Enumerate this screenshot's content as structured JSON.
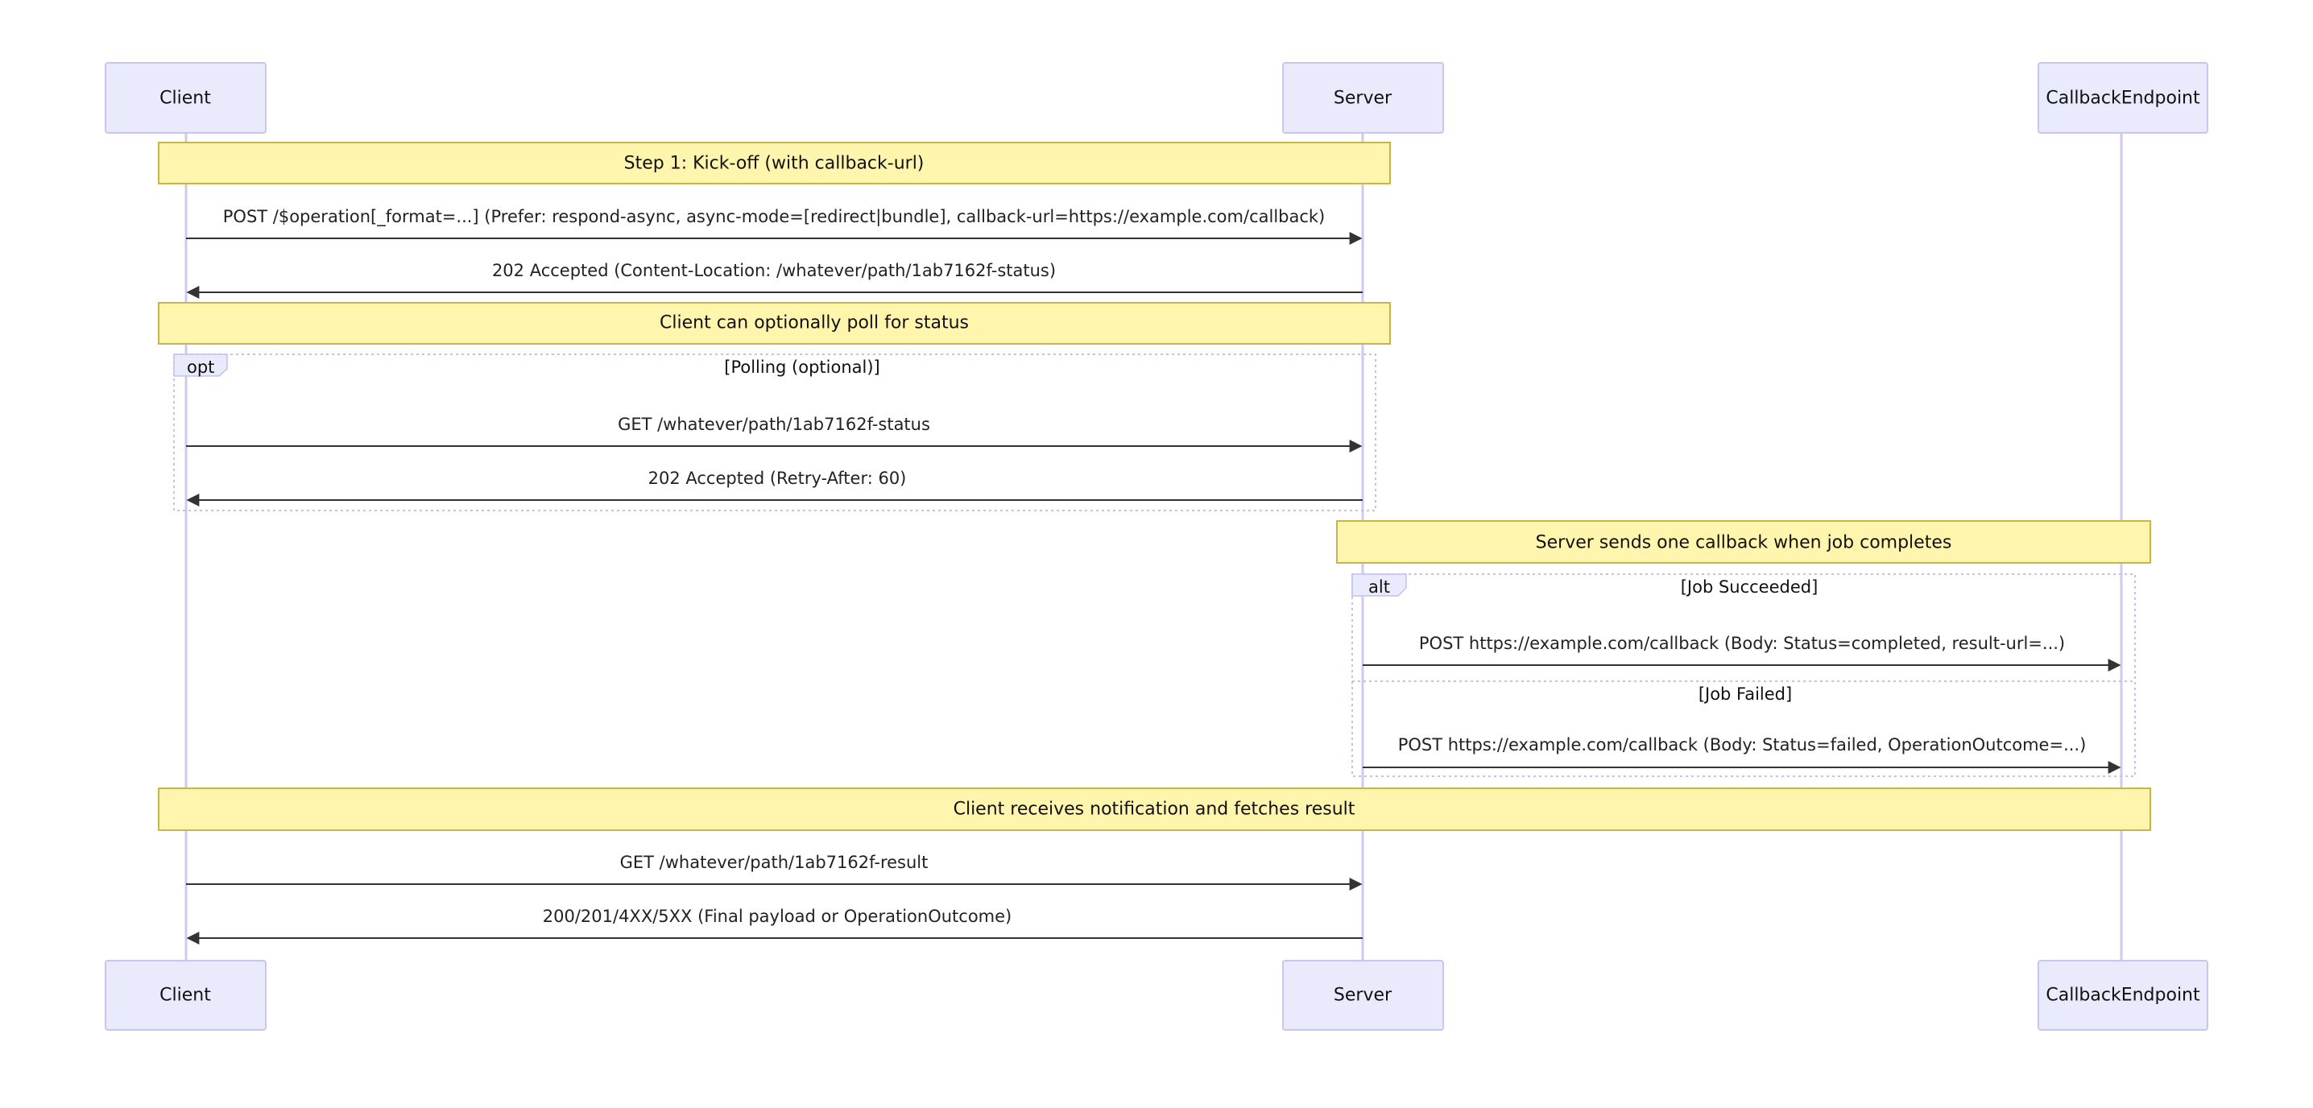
{
  "participants": {
    "client": "Client",
    "server": "Server",
    "callback": "CallbackEndpoint"
  },
  "notes": {
    "kickoff": "Step 1: Kick-off (with callback-url)",
    "poll": "Client can optionally poll for status",
    "callback": "Server sends one callback when job completes",
    "receive": "Client receives notification and fetches result"
  },
  "messages": {
    "kickoff_request": "POST /$operation[_format=...] (Prefer: respond-async, async-mode=[redirect|bundle], callback-url=https://example.com/callback)",
    "kickoff_response": "202 Accepted (Content-Location: /whatever/path/1ab7162f-status)",
    "poll_request": "GET /whatever/path/1ab7162f-status",
    "poll_response": "202 Accepted (Retry-After: 60)",
    "callback_success": "POST https://example.com/callback (Body: Status=completed, result-url=...)",
    "callback_failed": "POST https://example.com/callback (Body: Status=failed, OperationOutcome=...)",
    "result_request": "GET /whatever/path/1ab7162f-result",
    "result_response": "200/201/4XX/5XX (Final payload or OperationOutcome)"
  },
  "frames": {
    "opt_tag": "opt",
    "opt_label": "[Polling (optional)]",
    "alt_tag": "alt",
    "alt_success_label": "[Job Succeeded]",
    "alt_failed_label": "[Job Failed]"
  }
}
